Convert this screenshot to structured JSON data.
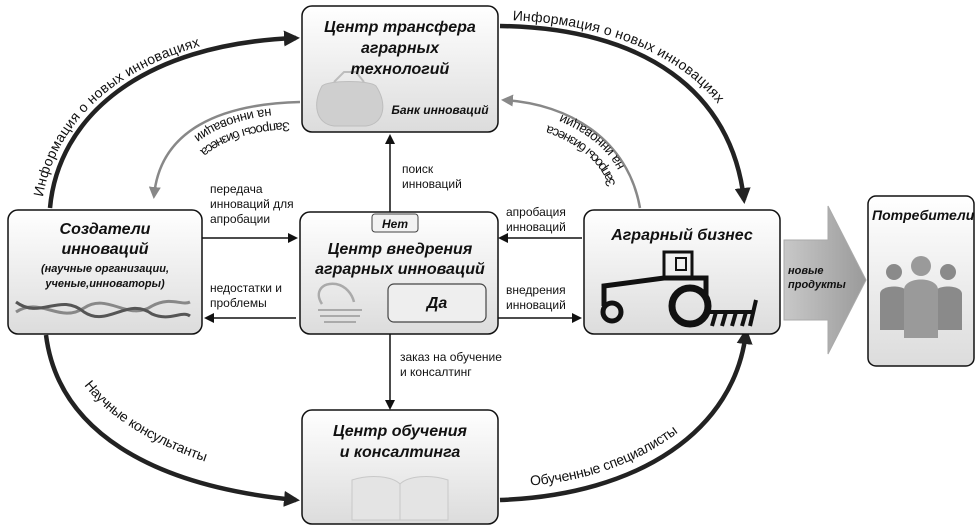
{
  "boxes": {
    "transfer": {
      "title": [
        "Центр трансфера",
        "аграрных",
        "технологий"
      ],
      "sublabel": "Банк инноваций"
    },
    "creators": {
      "title": [
        "Создатели",
        "инноваций"
      ],
      "subtitle": [
        "(научные организации,",
        "ученые,инноваторы)"
      ]
    },
    "center": {
      "title": [
        "Центр внедрения",
        "аграрных инноваций"
      ],
      "no_label": "Нет",
      "yes_label": "Да"
    },
    "business": {
      "title": "Аграрный бизнес"
    },
    "consumers": {
      "title": "Потребители"
    },
    "training": {
      "title": [
        "Центр обучения",
        "и консалтинга"
      ]
    }
  },
  "arrow_labels": {
    "info_left": "Информация о новых инновациях",
    "info_right": "Информация о новых инновациях",
    "requests_left": [
      "Запросы бизнеса",
      "на инновации"
    ],
    "requests_right": [
      "Запросы бизнеса",
      "на инновации"
    ],
    "search": [
      "поиск",
      "инноваций"
    ],
    "transfer_for_testing": [
      "передача",
      "инноваций для",
      "апробации"
    ],
    "shortcomings": [
      "недостатки и",
      "проблемы"
    ],
    "testing": [
      "апробация",
      "инноваций"
    ],
    "implementation": [
      "внедрения",
      "инноваций"
    ],
    "order_training": [
      "заказ на обучение",
      "и консалтинг"
    ],
    "new_products": [
      "новые",
      "продукты"
    ],
    "scientific_consultants": "Научные консультанты",
    "trained_specialists": "Обученные специалисты"
  }
}
